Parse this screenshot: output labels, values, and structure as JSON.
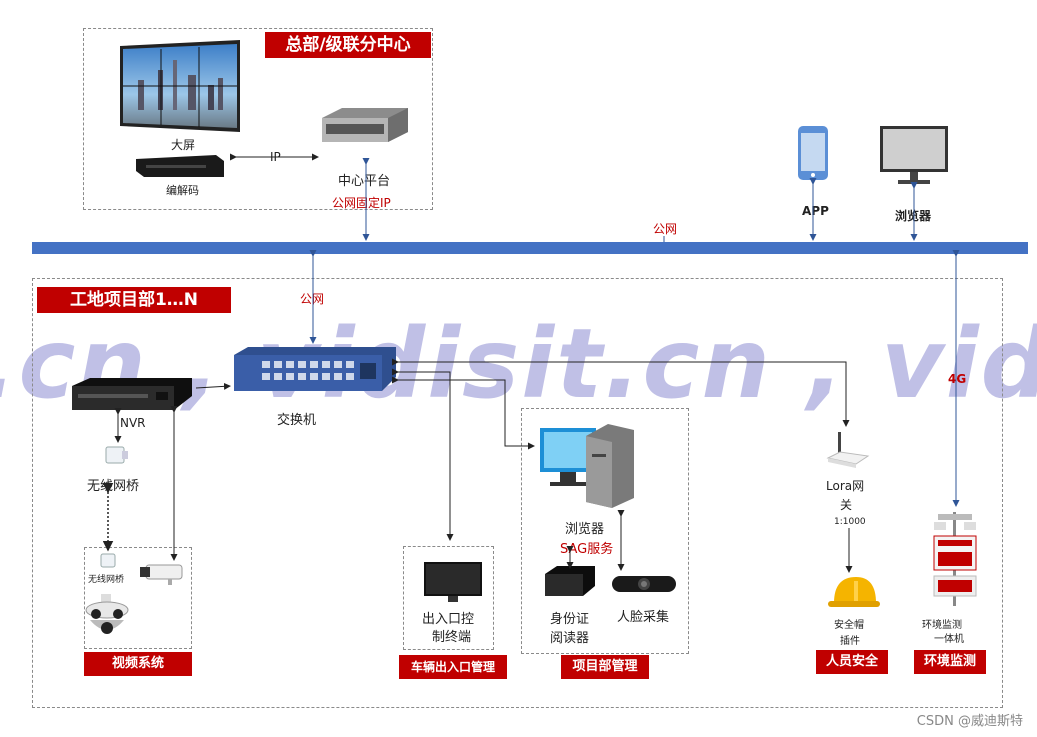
{
  "hq": {
    "title": "总部/级联分中心",
    "screen_label": "大屏",
    "codec_label": "编解码",
    "ip_label": "IP",
    "platform_label": "中心平台",
    "public_ip_label": "公网固定IP"
  },
  "network": {
    "public_net_top": "公网",
    "public_net_site": "公网",
    "lte": "4G"
  },
  "clients": {
    "app_label": "APP",
    "browser_label": "浏览器"
  },
  "site": {
    "title": "工地项目部1…N",
    "switch_label": "交换机",
    "nvr_label": "NVR",
    "bridge_label": "无线网桥",
    "bridge_small_label": "无线网桥",
    "lora_label_1": "Lora网",
    "lora_label_2": "关",
    "lora_ratio": "1:1000",
    "pc_browser_label": "浏览器",
    "sag_label": "SAG服务",
    "id_reader_label_1": "身份证",
    "id_reader_label_2": "阅读器",
    "face_label": "人脸采集",
    "gate_terminal_1": "出入口控",
    "gate_terminal_2": "制终端",
    "helmet_label_1": "安全帽",
    "helmet_label_2": "插件",
    "env_label_1": "环境监测",
    "env_label_2": "一体机"
  },
  "tags": {
    "video": "视频系统",
    "vehicle": "车辆出入口管理",
    "project": "项目部管理",
    "personnel": "人员安全",
    "environment": "环境监测"
  },
  "watermark": ".cn , vidisit.cn , vid",
  "footer": "CSDN @威迪斯特"
}
